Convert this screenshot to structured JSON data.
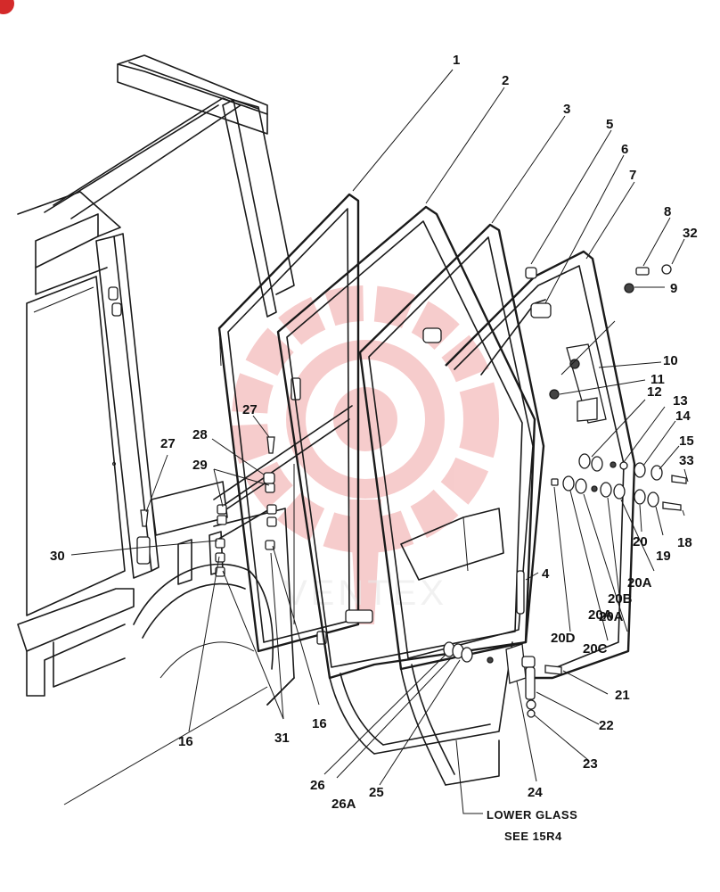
{
  "figure": {
    "callouts": [
      "1",
      "2",
      "3",
      "4",
      "5",
      "6",
      "7",
      "8",
      "9",
      "10",
      "11",
      "12",
      "13",
      "14",
      "15",
      "16",
      "16",
      "18",
      "19",
      "20",
      "20A",
      "20A",
      "20B",
      "20A",
      "20C",
      "20D",
      "21",
      "22",
      "23",
      "24",
      "25",
      "26",
      "26A",
      "27",
      "27",
      "28",
      "29",
      "30",
      "31",
      "32",
      "33"
    ],
    "note_line1": "LOWER GLASS",
    "note_line2": "SEE 15R4",
    "watermark_text": "VENTEX"
  },
  "colors": {
    "line": "#1a1a1a",
    "watermark": "#e24a4a",
    "corner_badge": "#d42a2a"
  }
}
